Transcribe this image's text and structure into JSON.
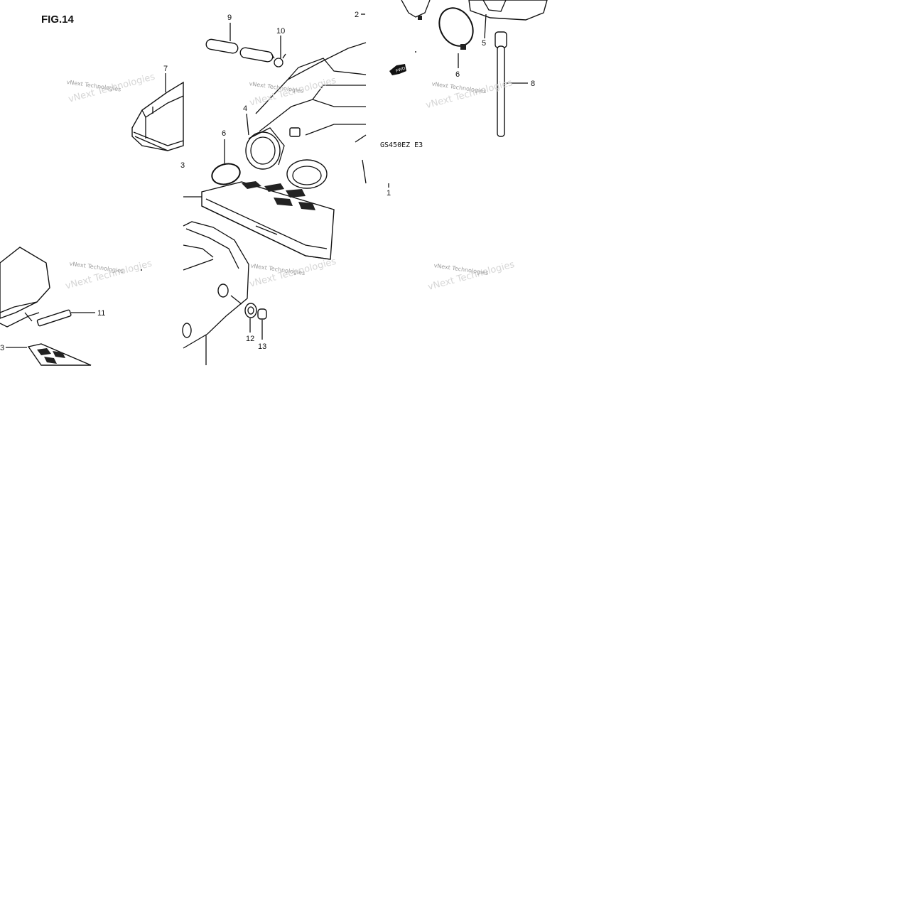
{
  "figure_title": "FIG.14",
  "model_code": "GS450EZ  E3",
  "watermark": "vNext Technologies",
  "fwd_label": "FWD",
  "callouts": {
    "c1": "1",
    "c2": "2",
    "c3": "3",
    "c3b": "3",
    "c4": "4",
    "c5": "5",
    "c6a": "6",
    "c6b": "6",
    "c7": "7",
    "c8": "8",
    "c9": "9",
    "c10": "10",
    "c11": "11",
    "c12": "12",
    "c13": "13"
  }
}
